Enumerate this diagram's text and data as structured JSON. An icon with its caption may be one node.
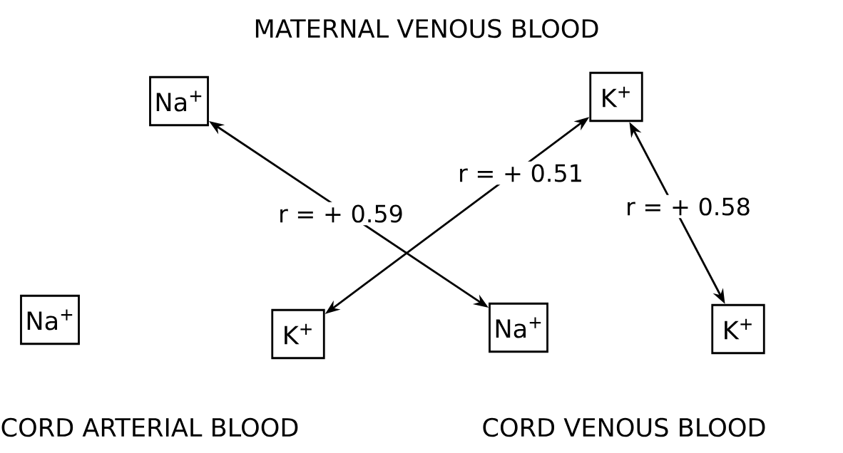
{
  "diagram": {
    "nodes": [
      {
        "text": [
          "Na$^{+}$"
        ]
      },
      {
        "text": [
          "K$^{+}$"
        ]
      },
      {
        "text": [
          "Na$^{+}$"
        ]
      },
      {
        "text": [
          "K$^{+}$"
        ]
      },
      {
        "text": [
          "Na$^{+}$"
        ]
      },
      {
        "text": [
          "K$^{+}$"
        ]
      }
    ],
    "edges": [
      {
        "from": 0,
        "to": 4,
        "arrow": "both",
        "label": "r = + 0.59"
      },
      {
        "from": 1,
        "to": 3,
        "arrow": "both",
        "label": "r = + 0.51"
      },
      {
        "from": 1,
        "to": 5,
        "arrow": "both",
        "label": "r = + 0.58"
      }
    ],
    "labels": [
      "MATERNAL VENOUS BLOOD",
      "CORD ARTERIAL BLOOD",
      "CORD VENOUS BLOOD"
    ]
  }
}
